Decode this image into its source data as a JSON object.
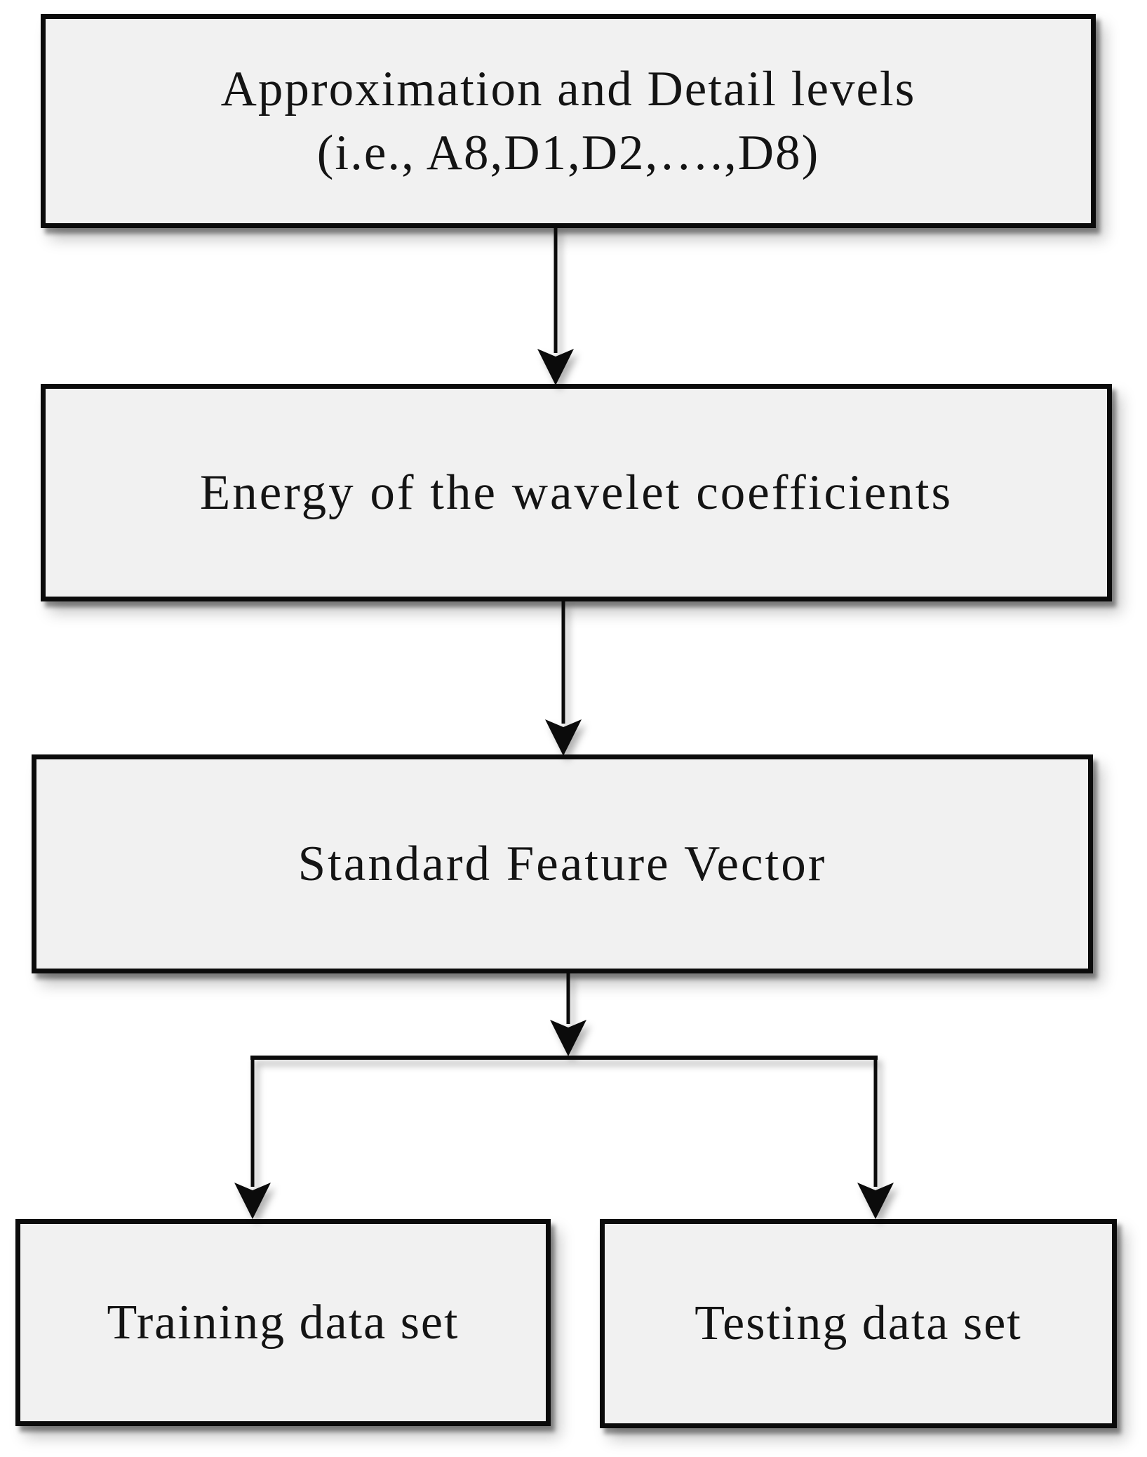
{
  "figure": {
    "background": "#ffffff",
    "box_fill": "#f1f1f1",
    "box_border_color": "#0b0b0b",
    "text_color": "#141414",
    "arrow_color": "#0b0b0b",
    "nodes": {
      "approximation": {
        "line1": "Approximation and Detail levels",
        "line2": "(i.e., A8,D1,D2,….,D8)"
      },
      "energy": {
        "label": "Energy of the wavelet coefficients"
      },
      "feature": {
        "label": "Standard Feature Vector"
      },
      "training": {
        "label": "Training data set"
      },
      "testing": {
        "label": "Testing data set"
      }
    }
  }
}
